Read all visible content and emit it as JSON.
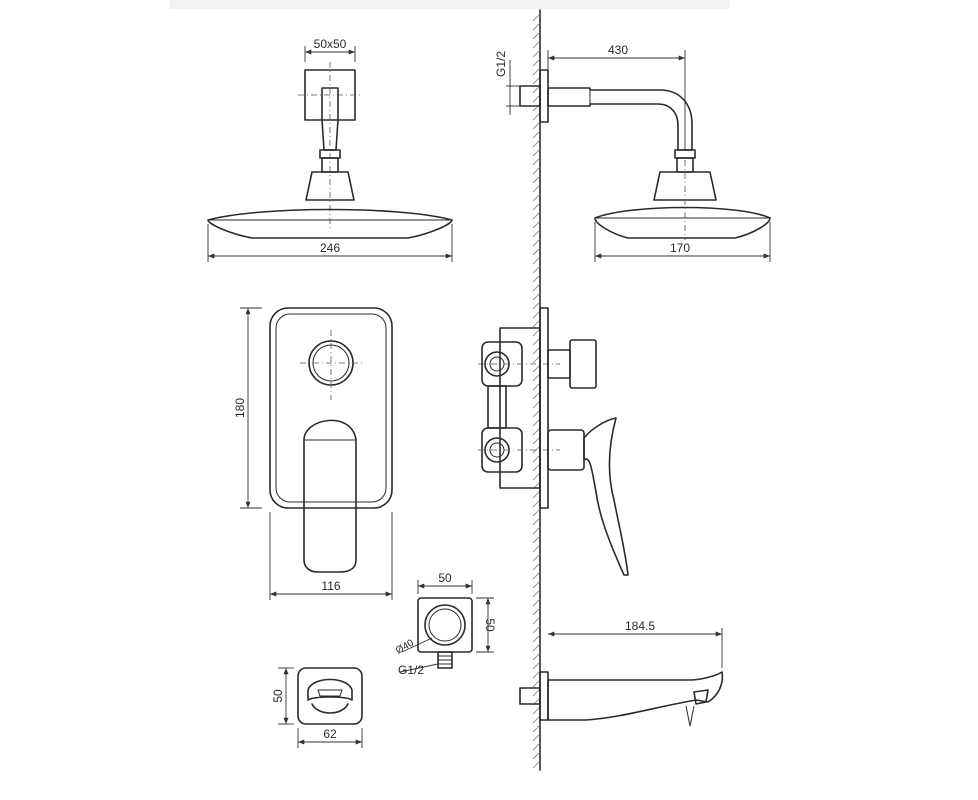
{
  "dimensions": {
    "head_bracket": "50x50",
    "head_diameter_front": "246",
    "head_diameter_side": "170",
    "arm_length": "430",
    "arm_thread": "G1/2",
    "plate_height": "180",
    "plate_width": "116",
    "outlet_width": "50",
    "outlet_height": "50",
    "outlet_diameter": "Ø40",
    "outlet_thread": "G1/2",
    "spout_length": "184.5",
    "spout_face_height": "50",
    "spout_face_width": "62"
  }
}
